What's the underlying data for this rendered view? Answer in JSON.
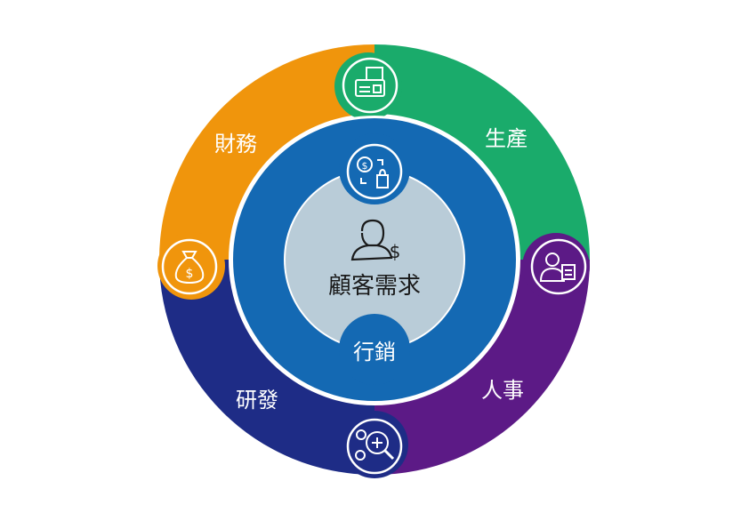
{
  "center": {
    "label": "顧客需求",
    "icon": "customer-money-icon"
  },
  "inner": {
    "label": "行銷",
    "icon": "exchange-shopping-icon"
  },
  "segments": [
    {
      "key": "production",
      "label": "生產",
      "icon": "factory-icon",
      "color": "#1aab6b"
    },
    {
      "key": "hr",
      "label": "人事",
      "icon": "employee-id-icon",
      "color": "#5c1a86"
    },
    {
      "key": "rnd",
      "label": "研發",
      "icon": "gear-search-icon",
      "color": "#1e2c86"
    },
    {
      "key": "finance",
      "label": "財務",
      "icon": "money-bag-icon",
      "color": "#f0950c"
    }
  ],
  "colors": {
    "inner_ring": "#1469b3",
    "center_fill": "#b9ccd8",
    "icon_fill": "#ffffff"
  }
}
